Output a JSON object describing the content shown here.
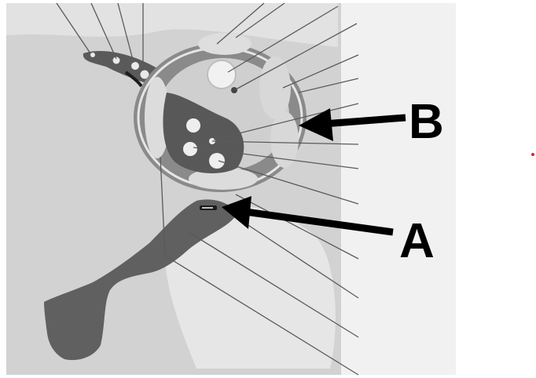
{
  "diagram": {
    "callouts": [
      {
        "id": "A",
        "label": "A"
      },
      {
        "id": "B",
        "label": "B"
      }
    ],
    "colors": {
      "background_light": "#e9e9e9",
      "background_panel": "#d6d6d6",
      "dark_tissue": "#5d5d5d",
      "ring_pale": "#dcdcdc",
      "leader_line": "#5a5a5a",
      "arrow": "#000000",
      "red_dot": "#e32020"
    }
  }
}
